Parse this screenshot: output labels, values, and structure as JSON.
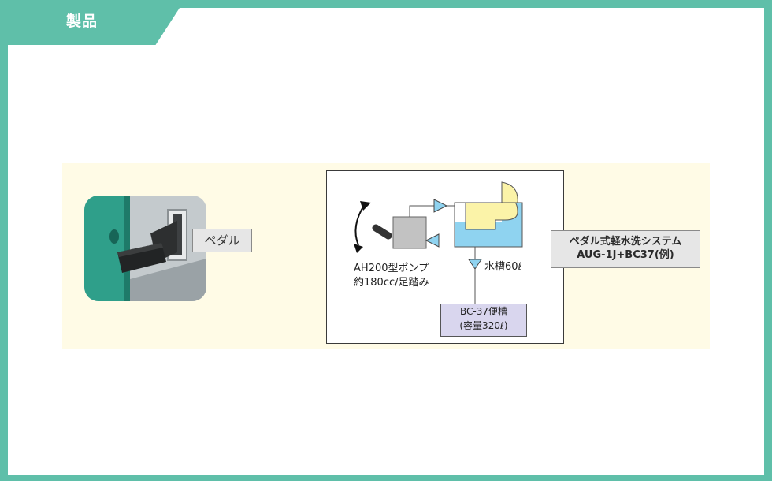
{
  "header": {
    "tab_label": "製品"
  },
  "photo": {
    "callout_label": "ペダル"
  },
  "diagram": {
    "pump_label_line1": "AH200型ポンプ",
    "pump_label_line2": "約180cc/足踏み",
    "water_tank_label": "水槽60ℓ",
    "toilet_tank_line1": "BC-37便槽",
    "toilet_tank_line2": "(容量320ℓ)"
  },
  "system_callout": {
    "line1": "ペダル式軽水洗システム",
    "line2": "AUG-1J+BC37(例)"
  },
  "colors": {
    "frame": "#5fbfa9",
    "band": "#fffbe6",
    "water_blue": "#8fd3f0",
    "bowl_yellow": "#fbf3a8",
    "tank_purple": "#d9d6ee"
  }
}
